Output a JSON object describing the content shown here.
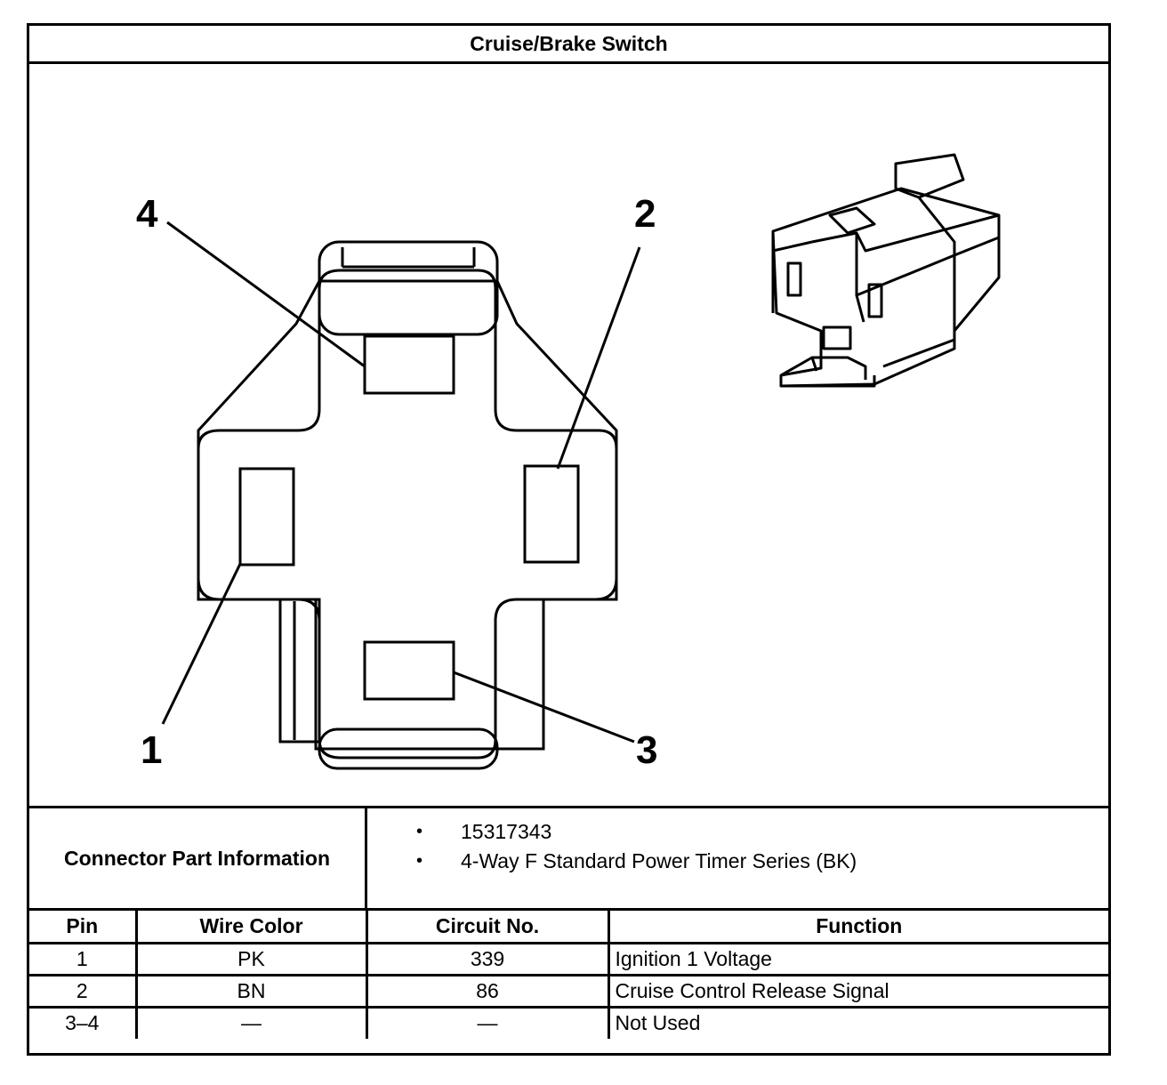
{
  "title": "Cruise/Brake Switch",
  "diagram": {
    "callouts": [
      "4",
      "2",
      "1",
      "3"
    ]
  },
  "connector_info": {
    "label": "Connector Part Information",
    "items": [
      "15317343",
      "4-Way F Standard Power Timer Series (BK)"
    ],
    "bullet": "•"
  },
  "table": {
    "headers": [
      "Pin",
      "Wire Color",
      "Circuit No.",
      "Function"
    ],
    "rows": [
      [
        "1",
        "PK",
        "339",
        "Ignition 1 Voltage"
      ],
      [
        "2",
        "BN",
        "86",
        "Cruise Control Release Signal"
      ],
      [
        "3–4",
        "—",
        "—",
        "Not Used"
      ]
    ]
  }
}
